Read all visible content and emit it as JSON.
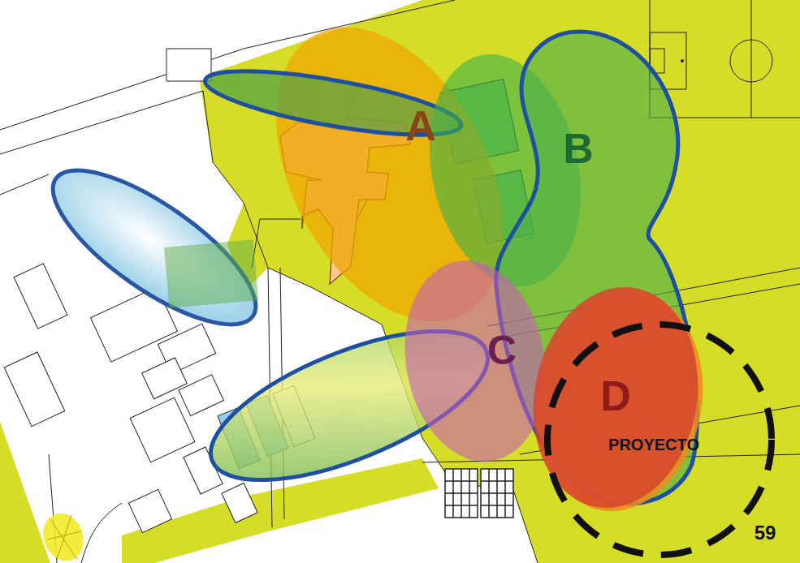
{
  "diagram": {
    "nodes": [
      {
        "text": [
          "A"
        ]
      },
      {
        "text": [
          "B"
        ]
      },
      {
        "text": [
          "C"
        ]
      },
      {
        "text": [
          "D"
        ]
      },
      {
        "text": [
          "PROYECTO"
        ]
      }
    ],
    "labels": [
      "59"
    ]
  }
}
